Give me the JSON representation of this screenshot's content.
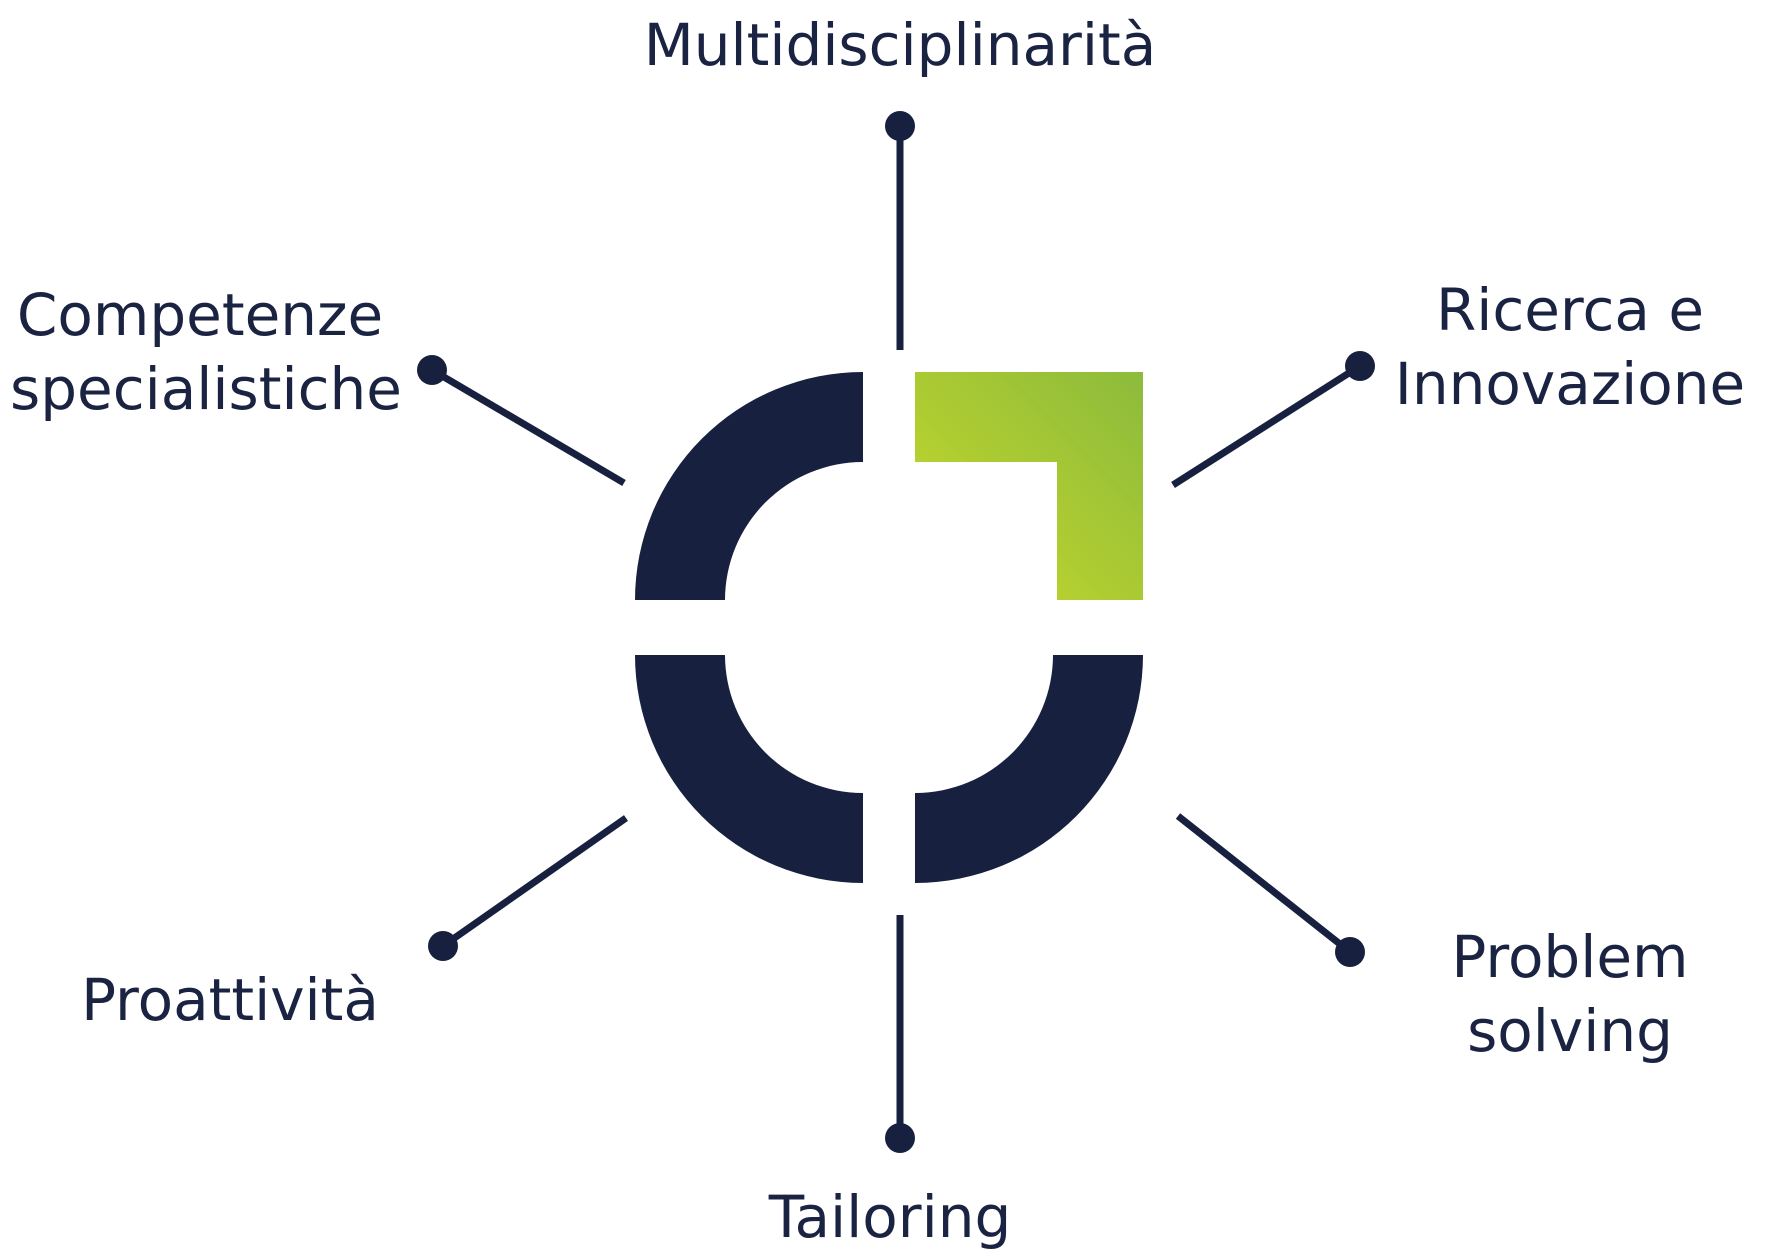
{
  "colors": {
    "navy": "#17213f",
    "text": "#1b2342",
    "green_light": "#c4d72a",
    "green_dark": "#8fbd3a"
  },
  "labels": {
    "top": "Multidisciplinarità",
    "top_right": [
      "Ricerca e",
      "Innovazione"
    ],
    "bottom_right": [
      "Problem",
      "solving"
    ],
    "bottom": "Tailoring",
    "bottom_left": "Proattività",
    "top_left": [
      "Competenze",
      "specialistiche"
    ]
  }
}
